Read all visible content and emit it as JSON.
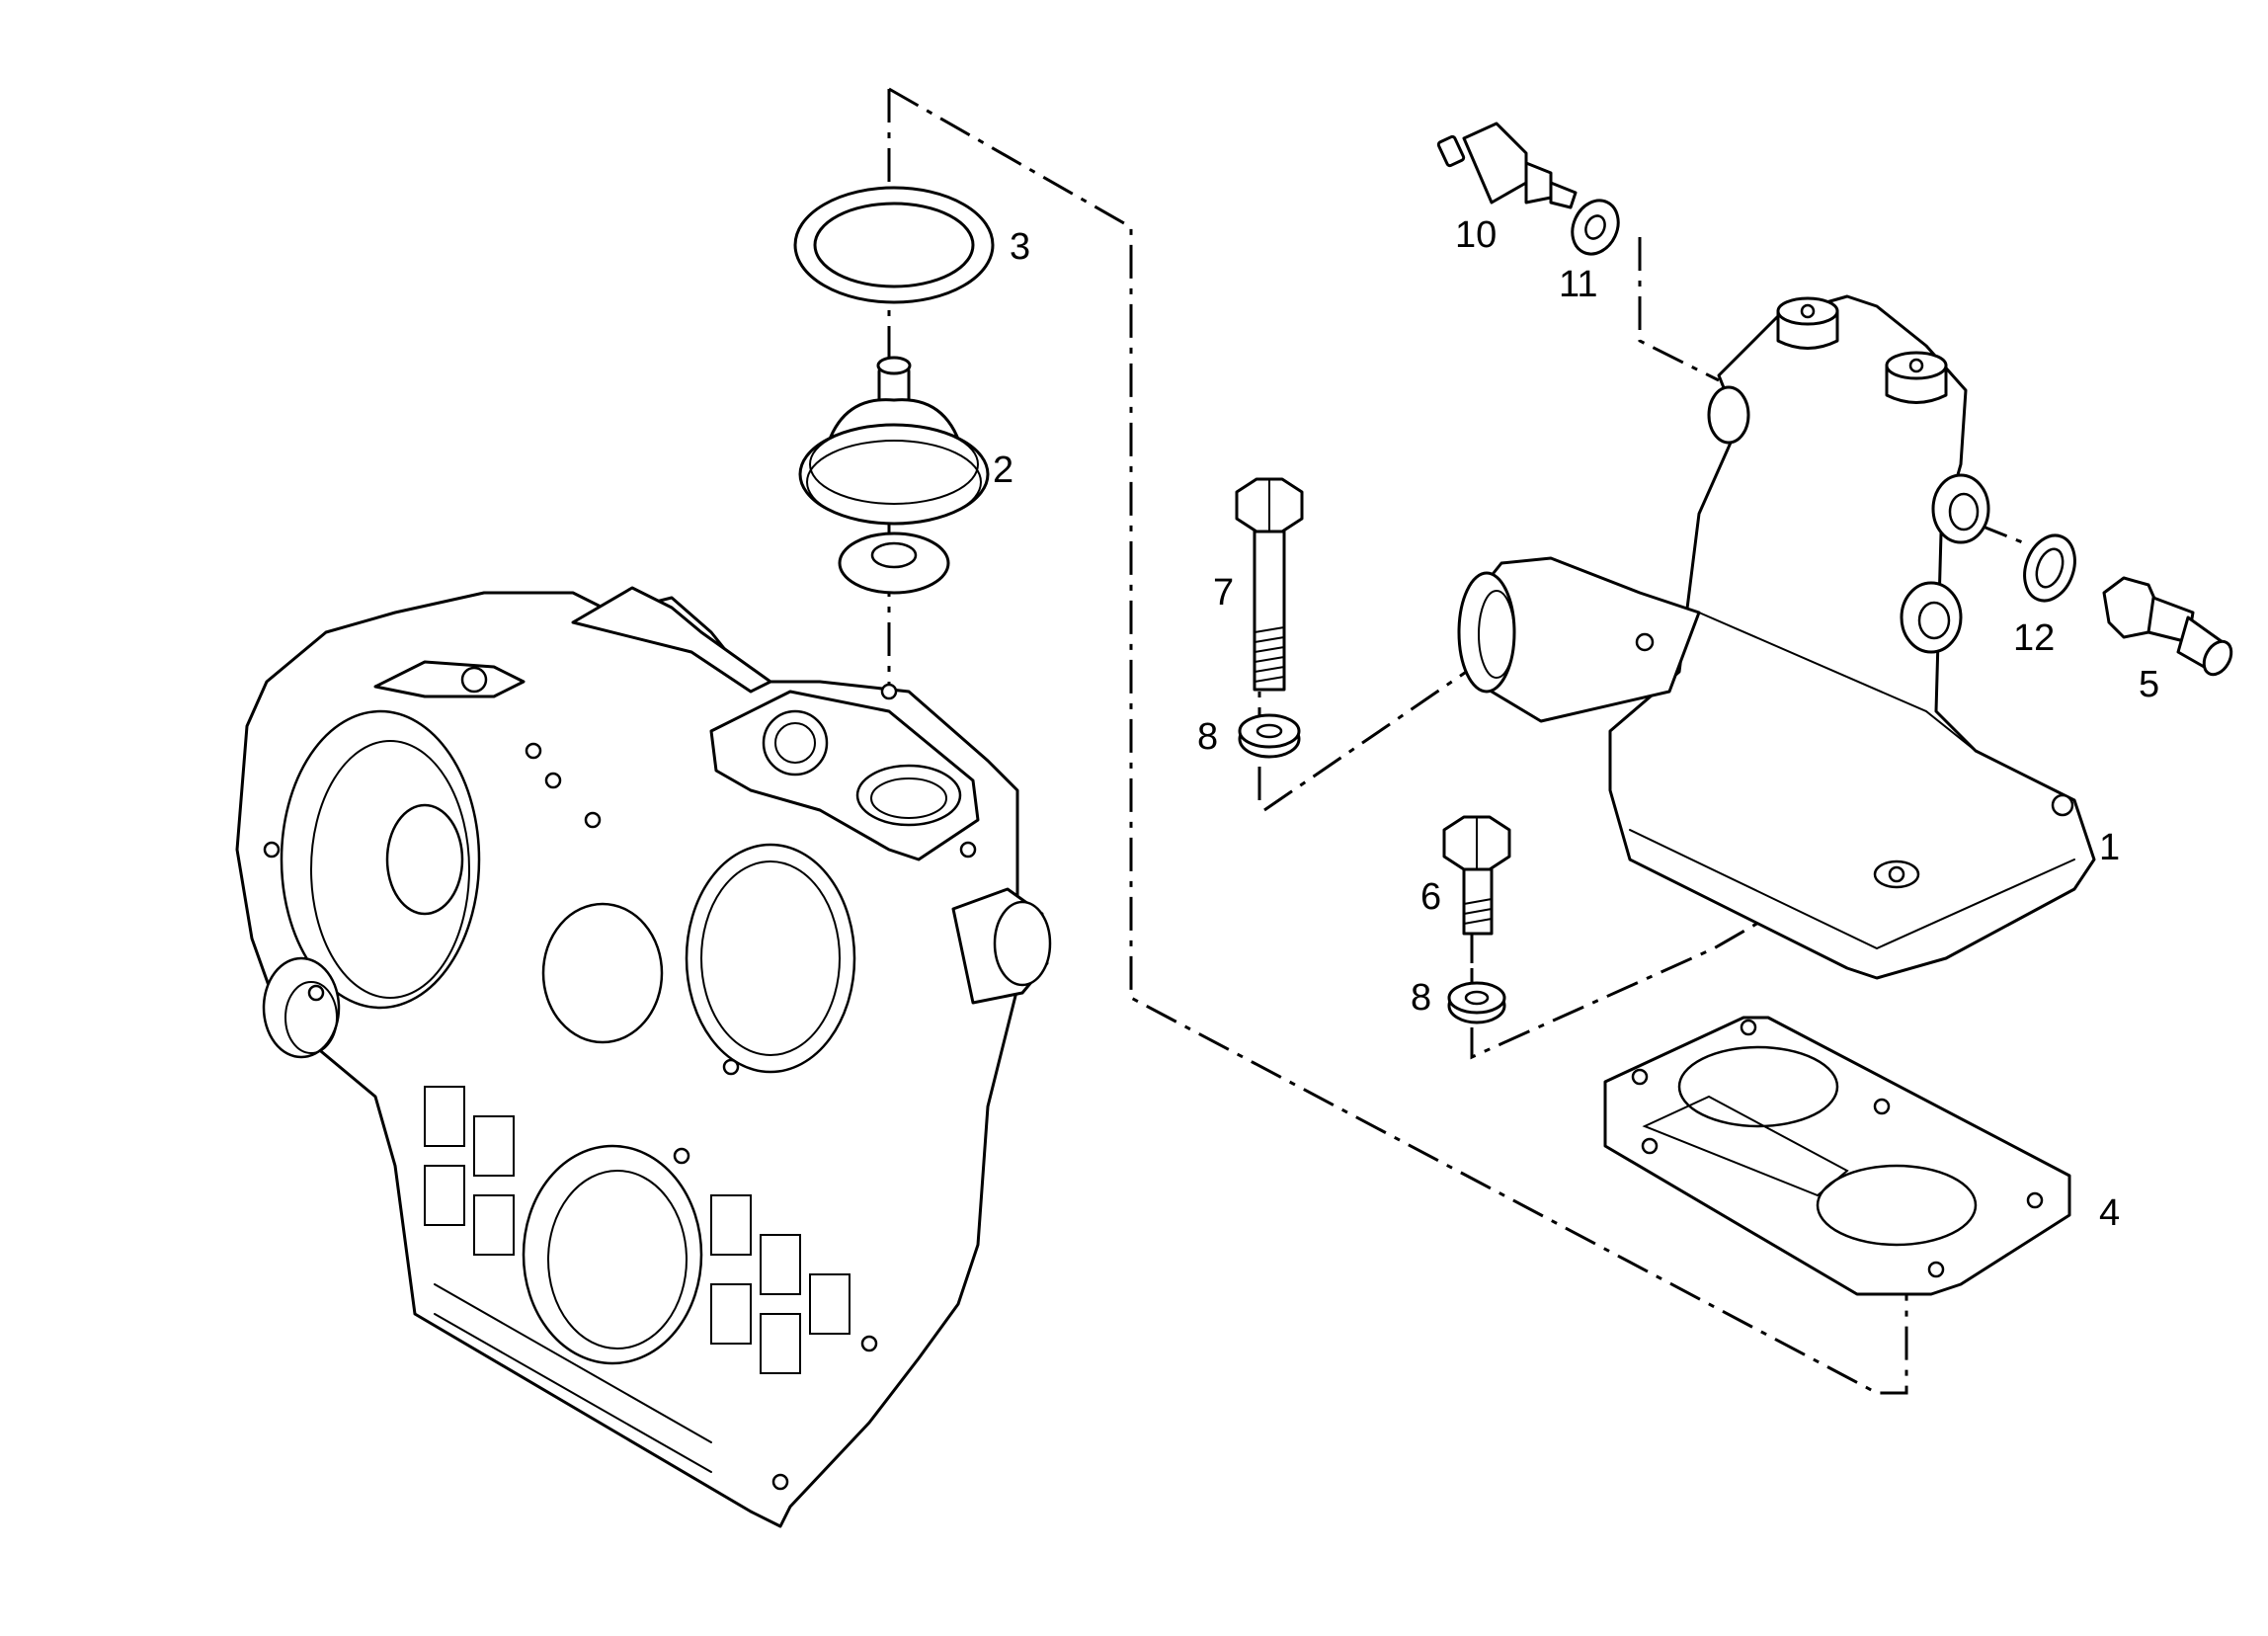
{
  "callouts": {
    "c1": "1",
    "c2": "2",
    "c3": "3",
    "c4": "4",
    "c5": "5",
    "c6": "6",
    "c7": "7",
    "c8a": "8",
    "c8b": "8",
    "c10": "10",
    "c11": "11",
    "c12": "12"
  },
  "colors": {
    "ink": "#000000",
    "paper": "#ffffff"
  }
}
